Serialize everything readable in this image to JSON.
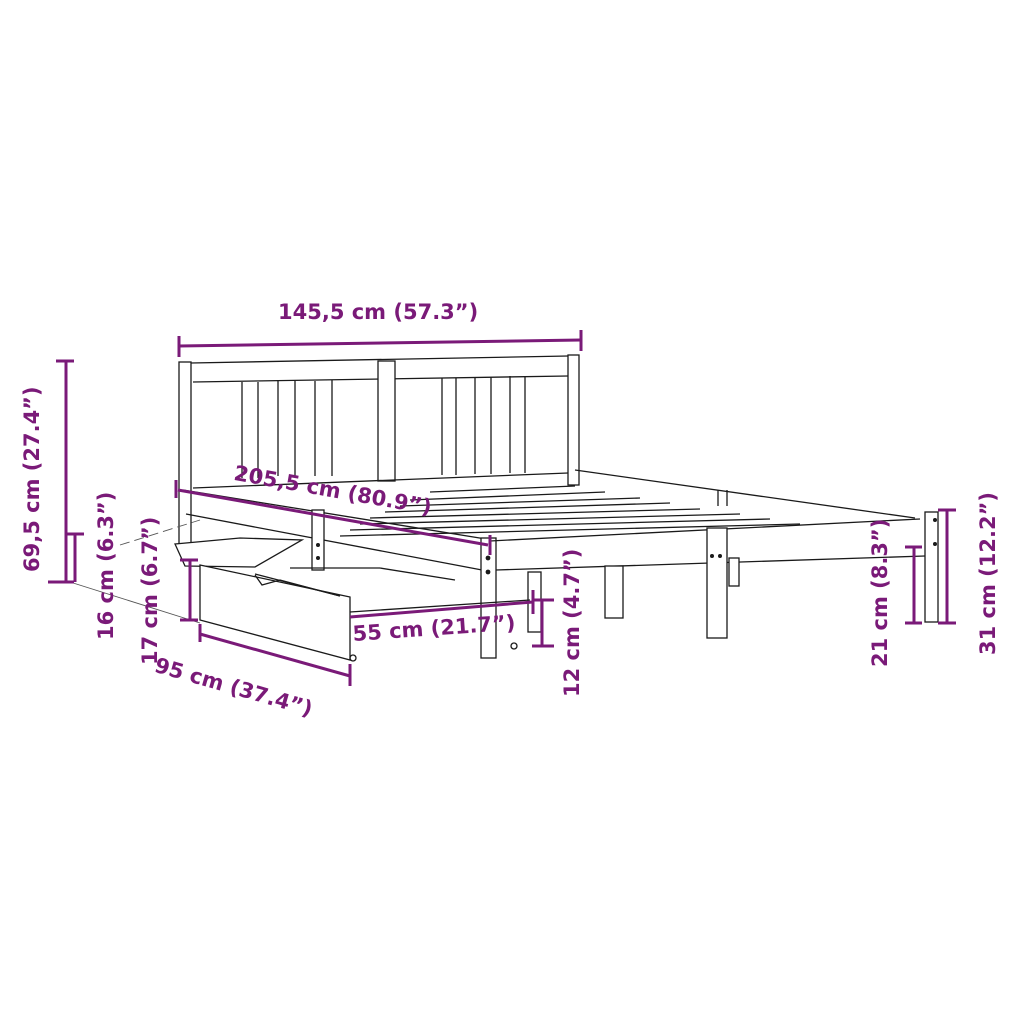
{
  "diagram": {
    "subject": "Wooden bed frame with headboard and two storage drawers",
    "dimension_color": "#7a1a78",
    "line_color": "#1a1a1a",
    "background": "#ffffff",
    "dimensions": {
      "width": "145,5 cm (57.3”)",
      "length": "205,5 cm (80.9”)",
      "headboard_height": "69,5 cm (27.4”)",
      "slat_clearance": "16 cm (6.3”)",
      "drawer_height": "17 cm (6.7”)",
      "drawer_length": "95 cm (37.4”)",
      "drawer_width": "55 cm (21.7”)",
      "drawer_clearance": "12 cm (4.7”)",
      "underbed_clearance": "21 cm (8.3”)",
      "footend_height": "31 cm (12.2”)"
    }
  }
}
